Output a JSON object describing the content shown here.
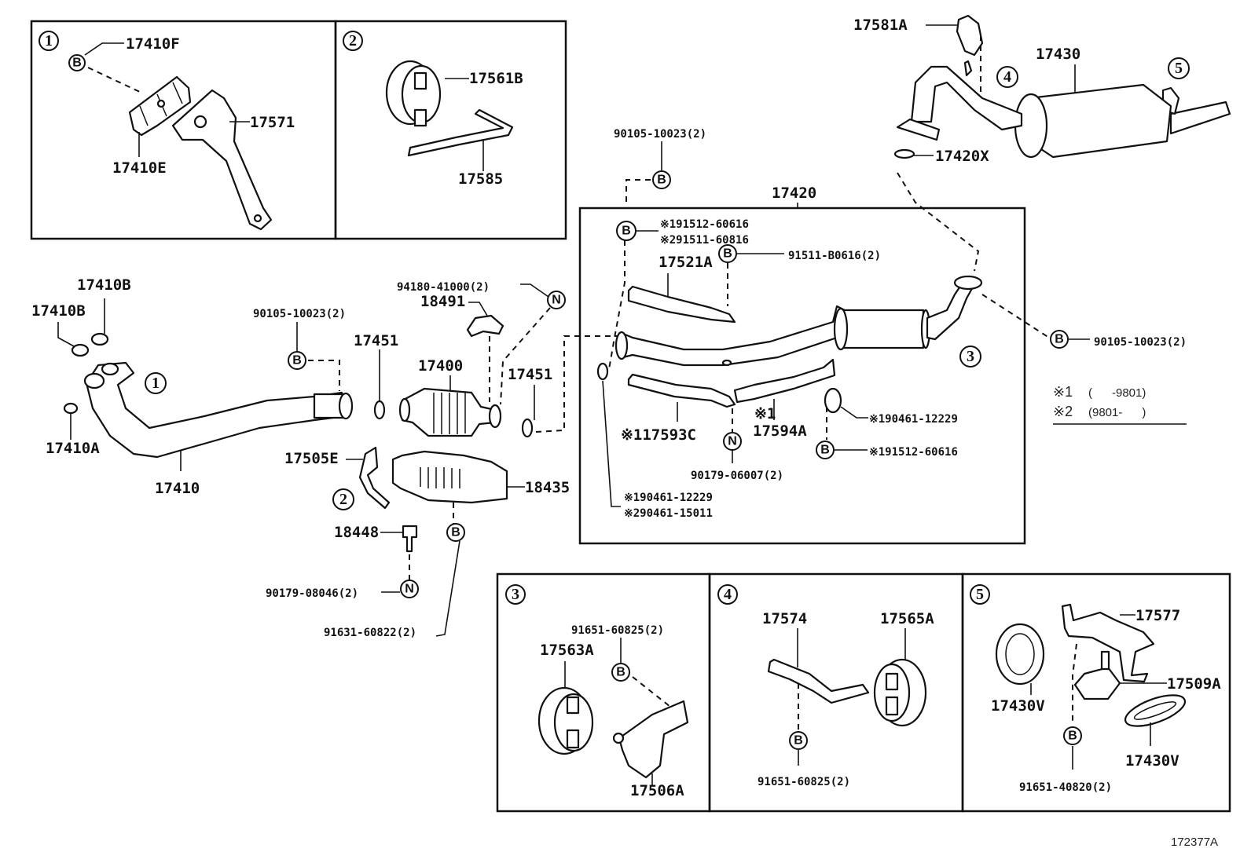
{
  "figure_id": "172377A",
  "symbols": {
    "bolt": "B",
    "nut": "N",
    "note": "※"
  },
  "legend": {
    "note1": {
      "mark": "※1",
      "range": "(      -9801)"
    },
    "note2": {
      "mark": "※2",
      "range": "(9801-      )"
    }
  },
  "detail_boxes": {
    "box1": {
      "number": "1",
      "labels": {
        "p17410F": "17410F",
        "p17571": "17571",
        "p17410E": "17410E"
      }
    },
    "box2": {
      "number": "2",
      "labels": {
        "p17561B": "17561B",
        "p17585": "17585"
      }
    },
    "box3": {
      "number": "3",
      "labels": {
        "p91651_60825": "91651-60825(2)",
        "p17563A": "17563A",
        "p17506A": "17506A"
      }
    },
    "box4": {
      "number": "4",
      "labels": {
        "p17574": "17574",
        "p17565A": "17565A",
        "p91651_60825": "91651-60825(2)"
      }
    },
    "box5": {
      "number": "5",
      "labels": {
        "p17577": "17577",
        "p17509A": "17509A",
        "p17430V_a": "17430V",
        "p17430V_b": "17430V",
        "p91651_40820": "91651-40820(2)"
      }
    }
  },
  "main_parts": {
    "p17410B_a": "17410B",
    "p17410B_b": "17410B",
    "p17410A": "17410A",
    "p17410": "17410",
    "p90105_front": "90105-10023(2)",
    "p17451_a": "17451",
    "p17451_b": "17451",
    "p17400": "17400",
    "p94180": "94180-41000(2)",
    "p18491": "18491",
    "p17505E": "17505E",
    "p18435": "18435",
    "p18448": "18448",
    "p90179_08046": "90179-08046(2)",
    "p91631": "91631-60822(2)",
    "circle1": "1",
    "circle2": "2",
    "circle3": "3",
    "circle4": "4",
    "circle5": "5"
  },
  "center_assembly": {
    "title": "17420",
    "p90105_top": "90105-10023(2)",
    "p91512_note1": "※191512-60616",
    "p91511_note2": "※291511-60816",
    "p91511_B0616": "91511-B0616(2)",
    "p17521A": "17521A",
    "p17593C": "※117593C",
    "p17594A_note": "※1",
    "p17594A": "17594A",
    "p90461_right": "※190461-12229",
    "p91512_right": "※191512-60616",
    "p90179_06007": "90179-06007(2)",
    "p90461_left1": "※190461-12229",
    "p90461_left2": "※290461-15011",
    "p90105_right": "90105-10023(2)"
  },
  "rear": {
    "p17581A": "17581A",
    "p17430": "17430",
    "p17420X": "17420X"
  }
}
